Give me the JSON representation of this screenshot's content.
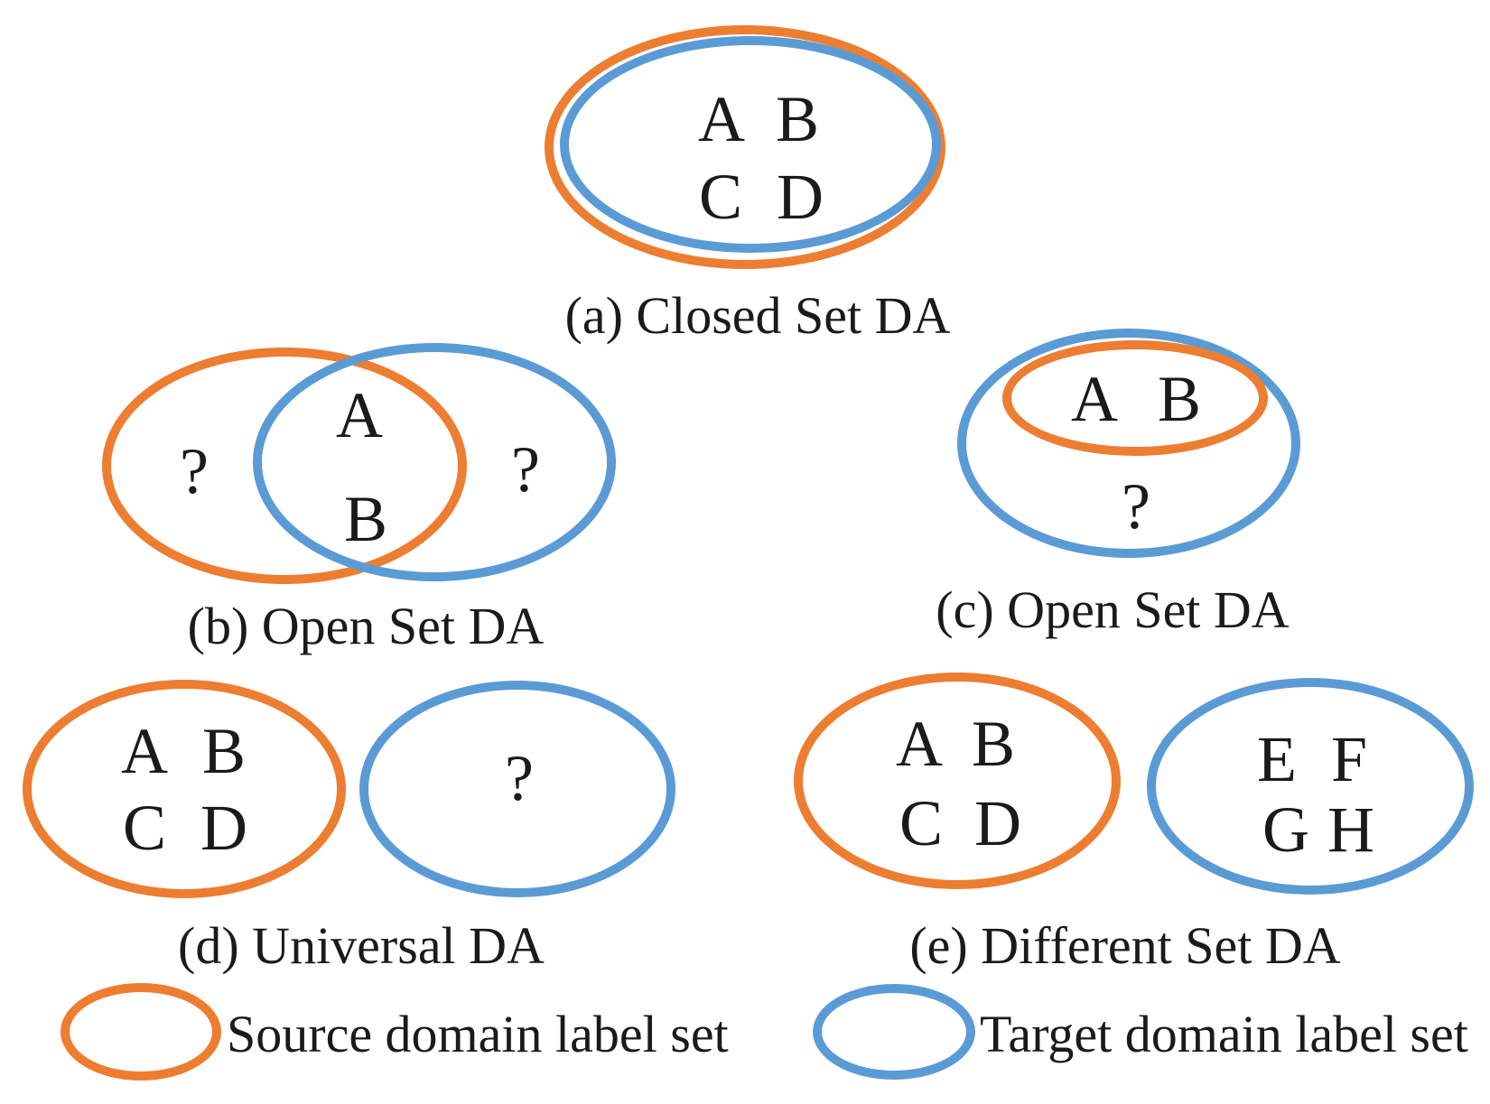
{
  "colors": {
    "source": "#ED7D31",
    "target": "#5B9BD5",
    "ink": "#1A1A1A"
  },
  "panels": {
    "a": {
      "caption": "(a) Closed Set DA",
      "letters": [
        "A",
        "B",
        "C",
        "D"
      ]
    },
    "b": {
      "caption": "(b) Open Set DA",
      "letters": [
        "A",
        "B"
      ],
      "unknown_left": "?",
      "unknown_right": "?"
    },
    "c": {
      "caption": "(c) Open Set DA",
      "letters": [
        "A",
        "B"
      ],
      "unknown": "?"
    },
    "d": {
      "caption": "(d) Universal DA",
      "letters": [
        "A",
        "B",
        "C",
        "D"
      ],
      "unknown": "?"
    },
    "e": {
      "caption": "(e) Different Set DA",
      "source_letters": [
        "A",
        "B",
        "C",
        "D"
      ],
      "target_letters": [
        "E",
        "F",
        "G",
        "H"
      ]
    }
  },
  "legend": {
    "source_label": "Source domain label set",
    "target_label": "Target domain label set"
  }
}
